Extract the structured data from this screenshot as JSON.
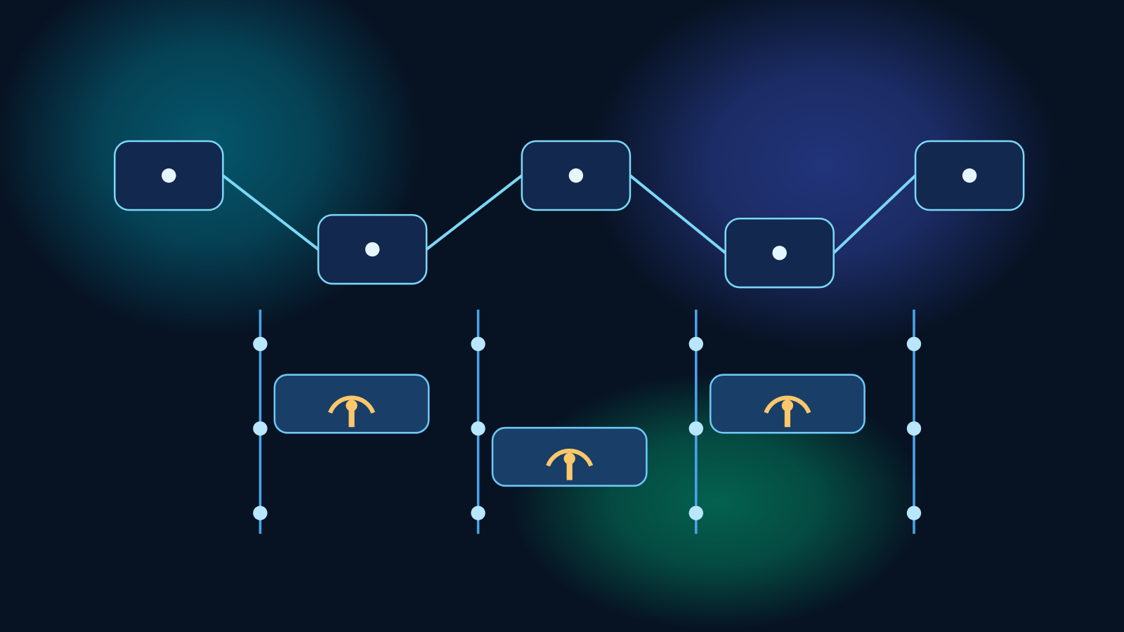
{
  "colors": {
    "background": "#071222",
    "glow_teal": "#05566b",
    "glow_blue": "#22347a",
    "glow_green": "#04624f",
    "node_fill": "#12284e",
    "node_stroke": "#7ad8f5",
    "node_dot": "#e6f6ff",
    "connector": "#7ad8f5",
    "rail": "#4aa3ea",
    "rail_dot": "#b8e6fb",
    "card_fill": "#193f69",
    "card_stroke": "#6cc8f5",
    "icon": "#fdc86a"
  },
  "top_nodes": [
    {
      "icon": "dot-icon"
    },
    {
      "icon": "dot-icon"
    },
    {
      "icon": "dot-icon"
    },
    {
      "icon": "dot-icon"
    },
    {
      "icon": "dot-icon"
    }
  ],
  "rails": [
    {
      "dots": 3
    },
    {
      "dots": 3
    },
    {
      "dots": 3
    },
    {
      "dots": 3
    }
  ],
  "cards": [
    {
      "icon": "antenna-signal-icon"
    },
    {
      "icon": "antenna-signal-icon"
    },
    {
      "icon": "antenna-signal-icon"
    }
  ]
}
